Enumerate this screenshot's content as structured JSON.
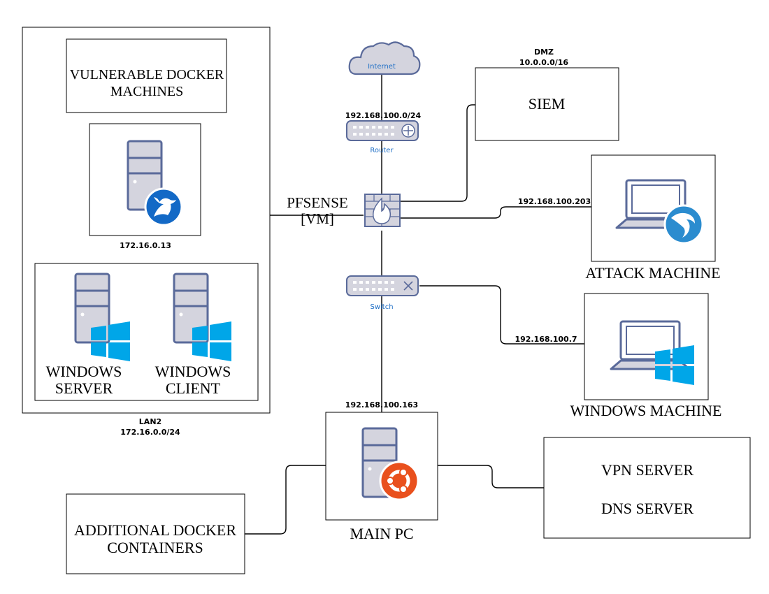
{
  "labels": {
    "vulnerable_docker": [
      "VULNERABLE DOCKER",
      "MACHINES"
    ],
    "docker_ip": "172.16.0.13",
    "windows_server": [
      "WINDOWS",
      "SERVER"
    ],
    "windows_client": [
      "WINDOWS",
      "CLIENT"
    ],
    "lan2_title": "LAN2",
    "lan2_subnet": "172.16.0.0/24",
    "internet": "Internet",
    "router_subnet": "192.168.100.0/24",
    "router": "Router",
    "pfsense": [
      "PFSENSE",
      "[VM]"
    ],
    "switch": "Switch",
    "dmz_title": "DMZ",
    "dmz_subnet": "10.0.0.0/16",
    "siem": "SIEM",
    "attack_ip": "192.168.100.203",
    "attack_machine": "ATTACK MACHINE",
    "windows_ip": "192.168.100.7",
    "windows_machine": "WINDOWS MACHINE",
    "main_ip": "192.168.100.163",
    "main_pc": "MAIN PC",
    "vpn_server": "VPN SERVER",
    "dns_server": "DNS SERVER",
    "additional_docker": [
      "ADDITIONAL DOCKER",
      "CONTAINERS"
    ]
  },
  "icons": {
    "server": "server-icon",
    "docker": "docker-hummingbird-icon",
    "windows": "windows-logo-icon",
    "ubuntu": "ubuntu-logo-icon",
    "kali": "kali-dragon-icon",
    "laptop": "laptop-icon",
    "cloud": "cloud-icon",
    "router": "router-icon",
    "switch": "switch-icon",
    "firewall": "firewall-icon"
  },
  "colors": {
    "device_fill": "#d4d4de",
    "device_stroke": "#5a6a9a",
    "windows_blue": "#00a6e8",
    "docker_blue": "#1369c6",
    "ubuntu_orange": "#e9501d",
    "kali_blue": "#2b8ccf",
    "label_blue": "#1f6fc6"
  }
}
